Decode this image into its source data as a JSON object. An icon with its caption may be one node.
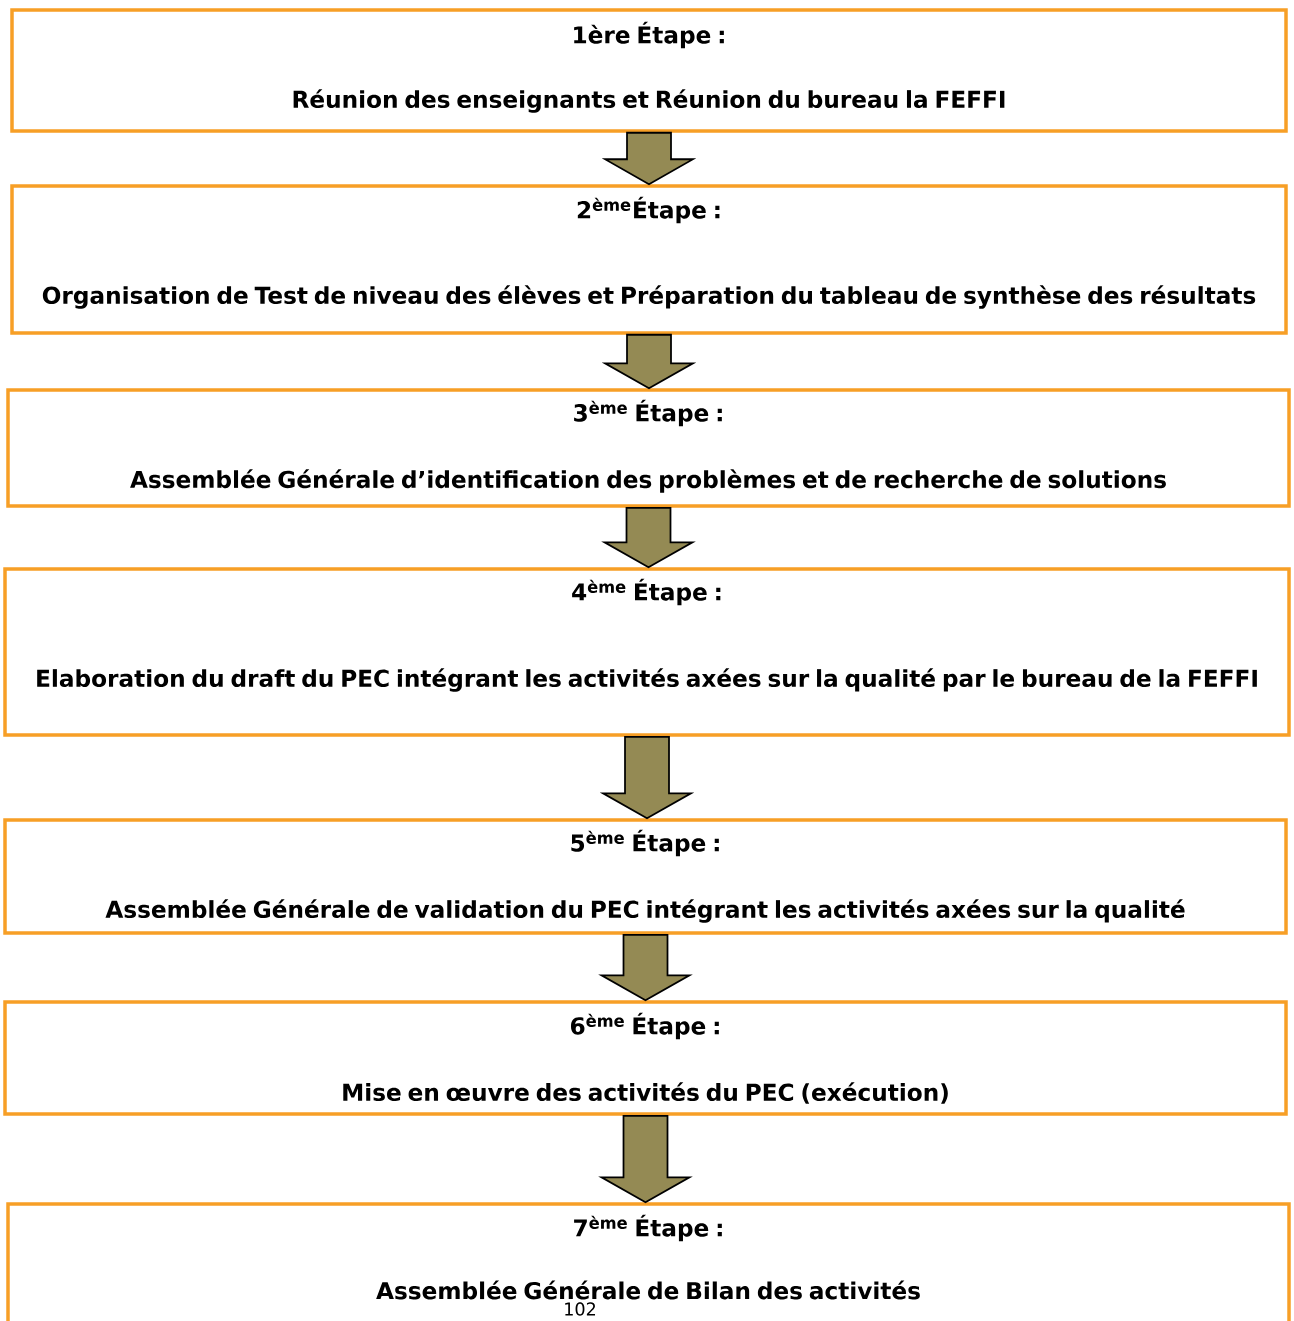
{
  "diagram": {
    "nodes": [
      {
        "text": [
          "1ère Étape :",
          "Réunion des enseignants et Réunion du bureau la FEFFI"
        ]
      },
      {
        "text": [
          "2$^{ème}$Étape :",
          "Organisation de Test de niveau des élèves et  Préparation du tableau de synthèse des  résultats"
        ]
      },
      {
        "text": [
          "3$^{ème}$ Étape :",
          "Assemblée Générale d’identification des problèmes et de recherche de solutions"
        ]
      },
      {
        "text": [
          "4$^{ème}$ Étape :",
          "Elaboration du draft du  PEC intégrant les activités axées sur la qualité par le bureau de la FEFFI"
        ]
      },
      {
        "text": [
          "5$^{ème}$ Étape :",
          "Assemblée Générale de validation du PEC intégrant les activités axées sur la qualité"
        ]
      },
      {
        "text": [
          "6$^{ème}$ Étape :",
          "Mise en œuvre des activités du PEC (exécution)"
        ]
      },
      {
        "text": [
          "7$^{ème}$ Étape :",
          "Assemblée Générale de Bilan des activités"
        ]
      }
    ],
    "edges": [
      {
        "from": 0,
        "to": 1,
        "arrow": "to"
      },
      {
        "from": 1,
        "to": 2,
        "arrow": "to"
      },
      {
        "from": 2,
        "to": 3,
        "arrow": "to"
      },
      {
        "from": 3,
        "to": 4,
        "arrow": "to"
      },
      {
        "from": 4,
        "to": 5,
        "arrow": "to"
      },
      {
        "from": 5,
        "to": 6,
        "arrow": "to"
      }
    ],
    "labels": [
      "102"
    ]
  }
}
